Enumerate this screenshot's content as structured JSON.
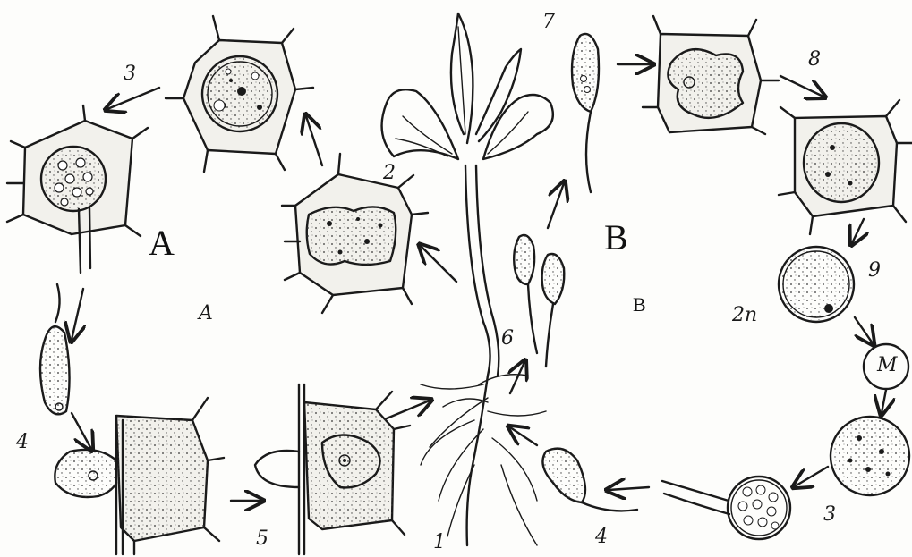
{
  "labels": {
    "cycle_A_big": "A",
    "cycle_A_small": "A",
    "cycle_B_big": "B",
    "cycle_B_small": "B",
    "plant_number": "1",
    "step_2": "2",
    "step_3_left": "3",
    "step_4_left": "4",
    "step_5": "5",
    "step_6": "6",
    "step_7": "7",
    "step_8": "8",
    "step_9": "9",
    "ploidy_2n": "2п",
    "meiosis": "M",
    "step_3_right": "3",
    "step_4_right": "4"
  }
}
